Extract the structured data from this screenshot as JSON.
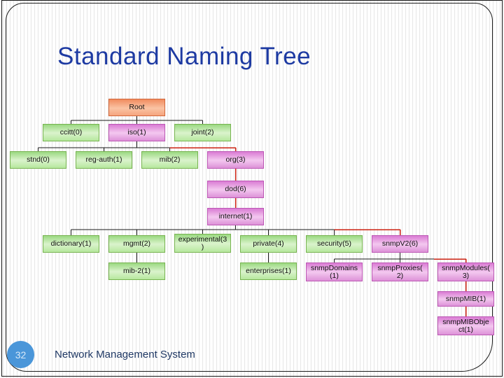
{
  "slide": {
    "title": "Standard Naming Tree",
    "page_number": "32",
    "footer": "Network Management System"
  },
  "colors": {
    "title_text": "#1d3aa2",
    "footer_text": "#1f3864",
    "page_badge": "#4a96d9",
    "connector_normal": "#1a1a1a",
    "connector_highlight": "#cc2211",
    "node_green_fill": "#b6e89e",
    "node_pink_fill": "#dd92d8",
    "node_orange_fill": "#f5a57e"
  },
  "tree": {
    "highlighted_path": [
      "iso(1)",
      "org(3)",
      "dod(6)",
      "internet(1)",
      "snmpV2(6)",
      "snmpModules(3)",
      "snmpMIB(1)",
      "snmpMIBObject(1)"
    ],
    "nodes": [
      {
        "id": "root",
        "label": "Root",
        "level": 0,
        "parent": null,
        "color": "orange"
      },
      {
        "id": "ccitt",
        "label": "ccitt(0)",
        "level": 1,
        "parent": "root",
        "color": "green"
      },
      {
        "id": "iso",
        "label": "iso(1)",
        "level": 1,
        "parent": "root",
        "color": "pink"
      },
      {
        "id": "joint",
        "label": "joint(2)",
        "level": 1,
        "parent": "root",
        "color": "green"
      },
      {
        "id": "stnd",
        "label": "stnd(0)",
        "level": 2,
        "parent": "iso",
        "color": "green"
      },
      {
        "id": "reg-auth",
        "label": "reg-auth(1)",
        "level": 2,
        "parent": "iso",
        "color": "green"
      },
      {
        "id": "mib",
        "label": "mib(2)",
        "level": 2,
        "parent": "iso",
        "color": "green"
      },
      {
        "id": "org",
        "label": "org(3)",
        "level": 2,
        "parent": "iso",
        "color": "pink"
      },
      {
        "id": "dod",
        "label": "dod(6)",
        "level": 3,
        "parent": "org",
        "color": "pink"
      },
      {
        "id": "internet",
        "label": "internet(1)",
        "level": 4,
        "parent": "dod",
        "color": "pink"
      },
      {
        "id": "dictionary",
        "label": "dictionary(1)",
        "level": 5,
        "parent": "internet",
        "color": "green"
      },
      {
        "id": "mgmt",
        "label": "mgmt(2)",
        "level": 5,
        "parent": "internet",
        "color": "green"
      },
      {
        "id": "experimental",
        "label": "experimental(3\n)",
        "level": 5,
        "parent": "internet",
        "color": "green"
      },
      {
        "id": "private",
        "label": "private(4)",
        "level": 5,
        "parent": "internet",
        "color": "green"
      },
      {
        "id": "security",
        "label": "security(5)",
        "level": 5,
        "parent": "internet",
        "color": "green"
      },
      {
        "id": "snmpv2",
        "label": "snmpV2(6)",
        "level": 5,
        "parent": "internet",
        "color": "pink"
      },
      {
        "id": "mib-2",
        "label": "mib-2(1)",
        "level": 6,
        "parent": "mgmt",
        "color": "green"
      },
      {
        "id": "enterprises",
        "label": "enterprises(1)",
        "level": 6,
        "parent": "private",
        "color": "green"
      },
      {
        "id": "snmpdomains",
        "label": "snmpDomains\n(1)",
        "level": 6,
        "parent": "snmpv2",
        "color": "pink"
      },
      {
        "id": "snmpproxies",
        "label": "snmpProxies(\n2)",
        "level": 6,
        "parent": "snmpv2",
        "color": "pink"
      },
      {
        "id": "snmpmodules",
        "label": "snmpModules(\n3)",
        "level": 6,
        "parent": "snmpv2",
        "color": "pink"
      },
      {
        "id": "snmpmib",
        "label": "snmpMIB(1)",
        "level": 7,
        "parent": "snmpmodules",
        "color": "pink"
      },
      {
        "id": "snmpmibobject",
        "label": "snmpMIBObje\nct(1)",
        "level": 8,
        "parent": "snmpmib",
        "color": "pink"
      }
    ]
  }
}
